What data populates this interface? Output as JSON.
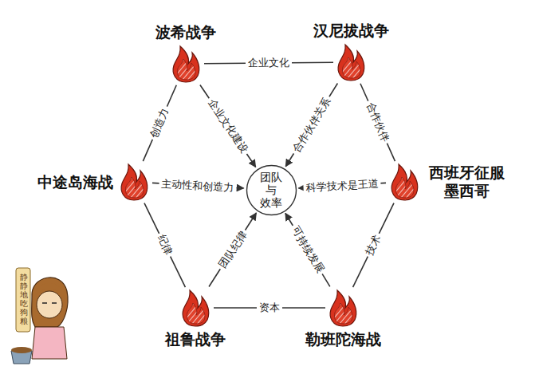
{
  "diagram": {
    "nodes": [
      {
        "text": [
          "波希战争"
        ]
      },
      {
        "text": [
          "汉尼拔战争"
        ]
      },
      {
        "text": [
          "中途岛海战"
        ]
      },
      {
        "text": [
          "西班牙征服 墨西哥"
        ]
      },
      {
        "text": [
          "祖鲁战争"
        ]
      },
      {
        "text": [
          "勒班陀海战"
        ]
      },
      {
        "text": [
          "团队 与 效率"
        ]
      }
    ],
    "edges": [
      {
        "from": 0,
        "to": 1,
        "label": "企业文化",
        "arrow": "none"
      },
      {
        "from": 0,
        "to": 2,
        "label": "创造力",
        "arrow": "none"
      },
      {
        "from": 1,
        "to": 3,
        "label": "合作伙伴",
        "arrow": "none"
      },
      {
        "from": 2,
        "to": 4,
        "label": "纪律",
        "arrow": "none"
      },
      {
        "from": 3,
        "to": 5,
        "label": "技术",
        "arrow": "none"
      },
      {
        "from": 4,
        "to": 5,
        "label": "资本",
        "arrow": "none"
      },
      {
        "from": 0,
        "to": 6,
        "label": "企业文化建设",
        "arrow": "to"
      },
      {
        "from": 1,
        "to": 6,
        "label": "合作伙伴关系",
        "arrow": "to"
      },
      {
        "from": 2,
        "to": 6,
        "label": "主动性和创造力",
        "arrow": "to"
      },
      {
        "from": 3,
        "to": 6,
        "label": "科学技术是王道",
        "arrow": "to"
      },
      {
        "from": 4,
        "to": 6,
        "label": "团队纪律",
        "arrow": "to"
      },
      {
        "from": 5,
        "to": 6,
        "label": "可持续发展",
        "arrow": "to"
      }
    ],
    "labels": [
      "静静地吃狗粮"
    ]
  }
}
